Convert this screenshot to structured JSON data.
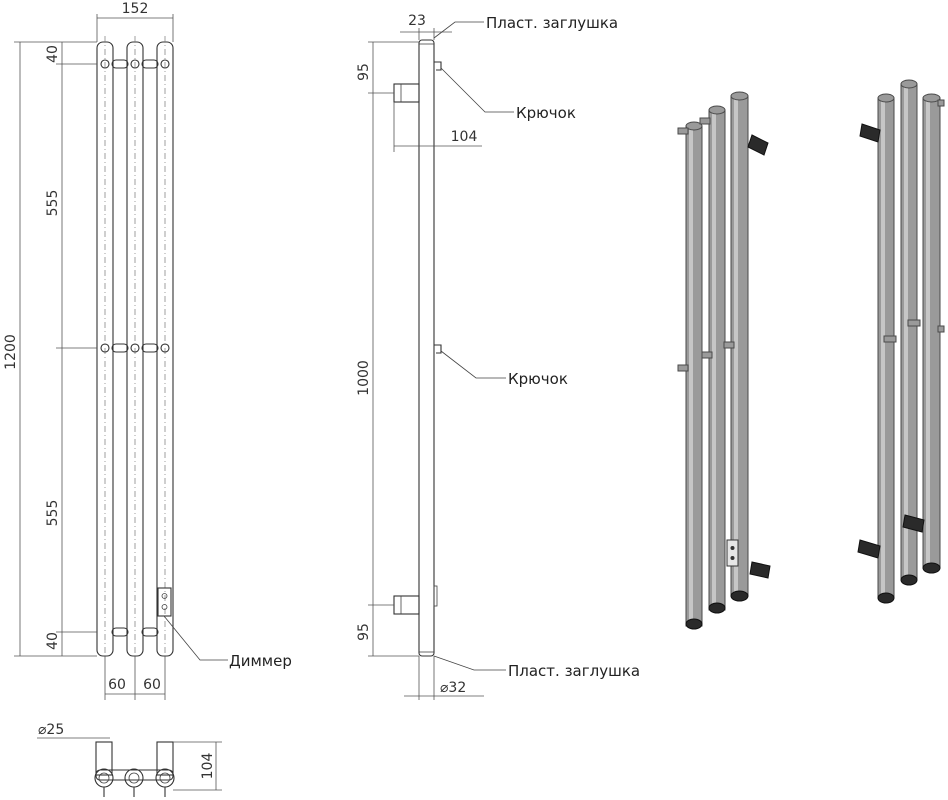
{
  "dims": {
    "width_top": "152",
    "cap_width": "23",
    "height_total": "1200",
    "top_offset": "40",
    "segment_upper": "555",
    "segment_lower": "555",
    "bottom_offset": "40",
    "spacing_1": "60",
    "spacing_2": "60",
    "diameter_bottom": "⌀25",
    "depth_bottom": "104",
    "hook_drop_top": "95",
    "hook_depth": "104",
    "side_length": "1000",
    "hook_drop_bottom": "95",
    "pipe_diameter": "⌀32"
  },
  "labels": {
    "plastic_cap_top": "Пласт. заглушка",
    "hook_upper": "Крючок",
    "hook_middle": "Крючок",
    "dimmer": "Диммер",
    "plastic_cap_bottom": "Пласт. заглушка"
  }
}
